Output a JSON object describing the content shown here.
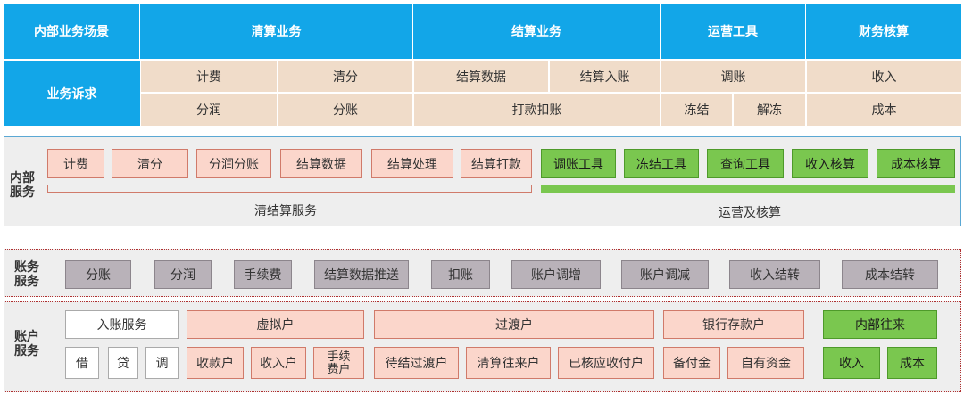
{
  "top": {
    "headers": [
      "内部业务场景",
      "清算业务",
      "结算业务",
      "运营工具",
      "财务核算"
    ],
    "req_label": "业务诉求",
    "row1": [
      "计费",
      "清分",
      "结算数据",
      "结算入账",
      "调账",
      "收入"
    ],
    "row2": [
      "分润",
      "分账",
      "打款扣账",
      "冻结",
      "解冻",
      "成本"
    ]
  },
  "internal": {
    "label": "内部\n服务",
    "pink_items": [
      "计费",
      "清分",
      "分润分账",
      "结算数据",
      "结算处理",
      "结算打款"
    ],
    "green_items": [
      "调账工具",
      "冻结工具",
      "查询工具",
      "收入核算",
      "成本核算"
    ],
    "pink_caption": "清结算服务",
    "green_caption": "运营及核算"
  },
  "accounting": {
    "label": "账务\n服务",
    "items": [
      "分账",
      "分润",
      "手续费",
      "结算数据推送",
      "扣账",
      "账户调增",
      "账户调减",
      "收入结转",
      "成本结转"
    ]
  },
  "account": {
    "label": "账户\n服务",
    "groups": [
      {
        "title": "入账服务",
        "children": [
          "借",
          "贷",
          "调"
        ]
      },
      {
        "title": "虚拟户",
        "children": [
          "收款户",
          "收入户",
          "手续\n费户"
        ]
      },
      {
        "title": "过渡户",
        "children": [
          "待结过渡户",
          "清算往来户",
          "已核应收付户"
        ]
      },
      {
        "title": "银行存款户",
        "children": [
          "备付金",
          "自有资金"
        ]
      },
      {
        "title": "内部往来",
        "children": [
          "收入",
          "成本"
        ]
      }
    ]
  }
}
